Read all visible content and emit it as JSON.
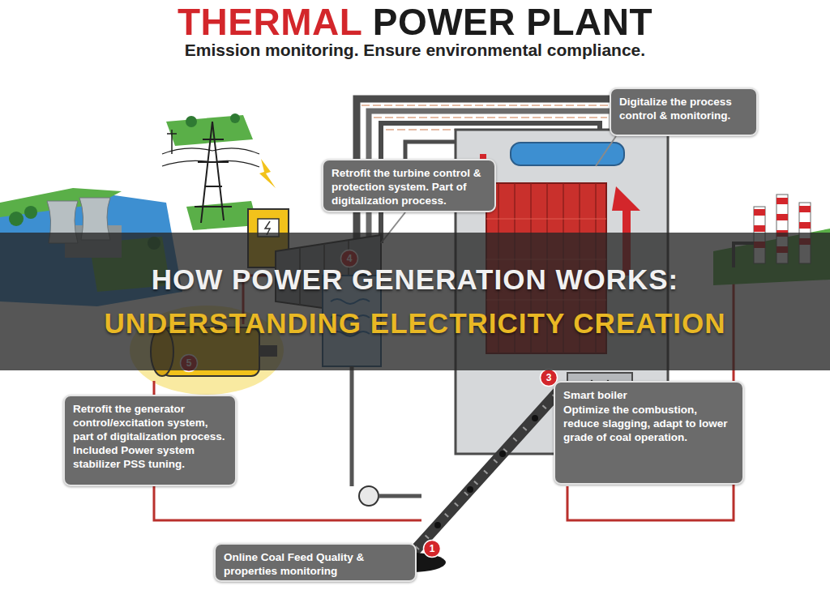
{
  "diagram": {
    "title": "THERMAL POWER PLANT",
    "nodes": [
      {
        "text": [
          "Digitalize the process control & monitoring."
        ]
      },
      {
        "text": [
          "Retrofit the turbine control & protection system. Part of digitalization process."
        ]
      },
      {
        "text": [
          "HOW POWER GENERATION WORKS:",
          "UNDERSTANDING ELECTRICITY CREATION"
        ]
      },
      {
        "text": [
          "4"
        ]
      },
      {
        "text": [
          "5"
        ]
      },
      {
        "text": [
          "3"
        ]
      },
      {
        "text": [
          "Smart boiler",
          "Optimize the combustion, reduce slagging, adapt to lower grade of coal operation."
        ]
      },
      {
        "text": [
          "Retrofit the generator control/excitation system, part of digitalization process. Included Power system stabilizer PSS tuning."
        ]
      },
      {
        "text": [
          "Online Coal Feed Quality & properties monitoring"
        ]
      },
      {
        "text": [
          "1"
        ]
      }
    ],
    "labels": [
      "Emission monitoring. Ensure environmental compliance."
    ]
  }
}
